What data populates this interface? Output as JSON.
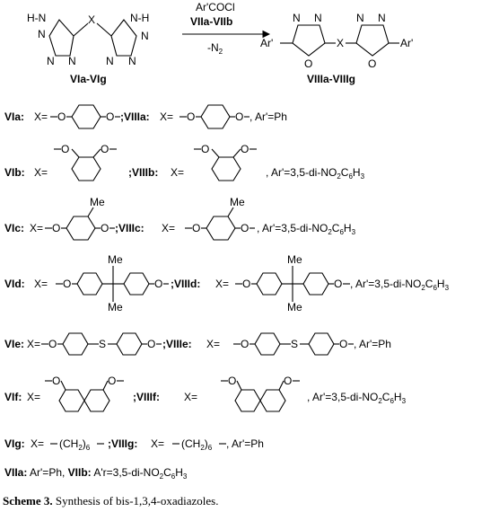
{
  "reaction": {
    "reagent_top": "Ar'COCl",
    "reagent_bold": "VIIa-VIIb",
    "byproduct_pre": "-N",
    "byproduct_sub": "2",
    "reactant_label": "VIa-VIg",
    "product_label": "VIIIa-VIIIg",
    "tetrazole": {
      "atom_n": "N",
      "atom_h": "H",
      "atom_nh": "N-H",
      "atom_hn": "H-N",
      "linker": "X"
    },
    "oxadiazole": {
      "atom_n": "N",
      "atom_o": "O",
      "aryl": "Ar'",
      "linker": "X"
    }
  },
  "rows": [
    {
      "id": "VIa",
      "left": "VIa:",
      "xeq": "X=",
      "o": "O",
      "mid": ";VIIIa:",
      "xeq2": "X=",
      "tail": ", Ar'=Ph"
    },
    {
      "id": "VIb",
      "left": "VIb:",
      "xeq": "X=",
      "o": "O",
      "mid": ";VIIIb:",
      "xeq2": "X=",
      "tail_pre": ", Ar'=3,5-di-NO",
      "tail_s1": "2",
      "tail_mid": "C",
      "tail_s2": "6",
      "tail_end": "H",
      "tail_s3": "3"
    },
    {
      "id": "VIc",
      "left": "VIc:",
      "xeq": "X=",
      "o": "O",
      "me": "Me",
      "mid": ";VIIIc:",
      "xeq2": "X=",
      "tail_pre": ", Ar'=3,5-di-NO",
      "tail_s1": "2",
      "tail_mid": "C",
      "tail_s2": "6",
      "tail_end": "H",
      "tail_s3": "3"
    },
    {
      "id": "VId",
      "left": "VId:",
      "xeq": "X=",
      "o": "O",
      "me": "Me",
      "mid": ";VIIId:",
      "xeq2": "X=",
      "tail_pre": ", Ar'=3,5-di-NO",
      "tail_s1": "2",
      "tail_mid": "C",
      "tail_s2": "6",
      "tail_end": "H",
      "tail_s3": "3"
    },
    {
      "id": "VIe",
      "left": "VIe:",
      "xeq": "X=",
      "o": "O",
      "s": "S",
      "mid": ";VIIIe:",
      "xeq2": "X=",
      "tail": ", Ar'=Ph"
    },
    {
      "id": "VIf",
      "left": "VIf:",
      "xeq": "X=",
      "o": "O",
      "mid": ";VIIIf:",
      "xeq2": "X=",
      "tail_pre": ", Ar'=3,5-di-NO",
      "tail_s1": "2",
      "tail_mid": "C",
      "tail_s2": "6",
      "tail_end": "H",
      "tail_s3": "3"
    },
    {
      "id": "VIg",
      "left": "VIg:",
      "xeq": "X=",
      "chain_pre": "(CH",
      "chain_s1": "2",
      "chain_post": ")",
      "chain_s2": "6",
      "mid": ";VIIIg:",
      "xeq2": "X=",
      "tail": ", Ar'=Ph"
    }
  ],
  "footer": {
    "a": "VIIa:",
    "a_text": " Ar'=Ph, ",
    "b": "VIIb:",
    "b_text": " A'r=3,5-di-NO",
    "s1": "2",
    "mid": "C",
    "s2": "6",
    "end": "H",
    "s3": "3"
  },
  "caption": {
    "bold": "Scheme 3.",
    "text": " Synthesis of bis-1,3,4-oxadiazoles."
  }
}
